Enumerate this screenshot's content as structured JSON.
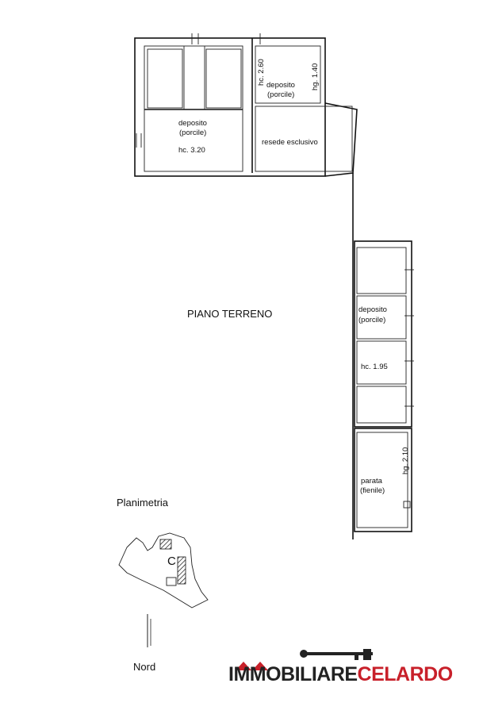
{
  "floor_label": "PIANO TERRENO",
  "rooms": {
    "deposito_top_left": {
      "name": "deposito",
      "use": "(porcile)",
      "height": "hc. 3.20"
    },
    "deposito_top_right": {
      "name": "deposito",
      "use": "(porcile)",
      "height_left": "hc. 2.60",
      "height_right": "hg. 1.40"
    },
    "resede": {
      "name": "resede esclusivo"
    },
    "deposito_right": {
      "name": "deposito",
      "use": "(porcile)",
      "height": "hc. 1.95"
    },
    "parata": {
      "name": "parata",
      "use": "(fienile)",
      "height": "hg. 2.10"
    }
  },
  "site_plan": {
    "title": "Planimetria",
    "marker": "C"
  },
  "north": {
    "label": "Nord"
  },
  "brand": {
    "part1": "IMMOBILIARE",
    "part2": "CELARDO",
    "colors": {
      "primary": "#c8202a",
      "dark": "#222222"
    }
  }
}
